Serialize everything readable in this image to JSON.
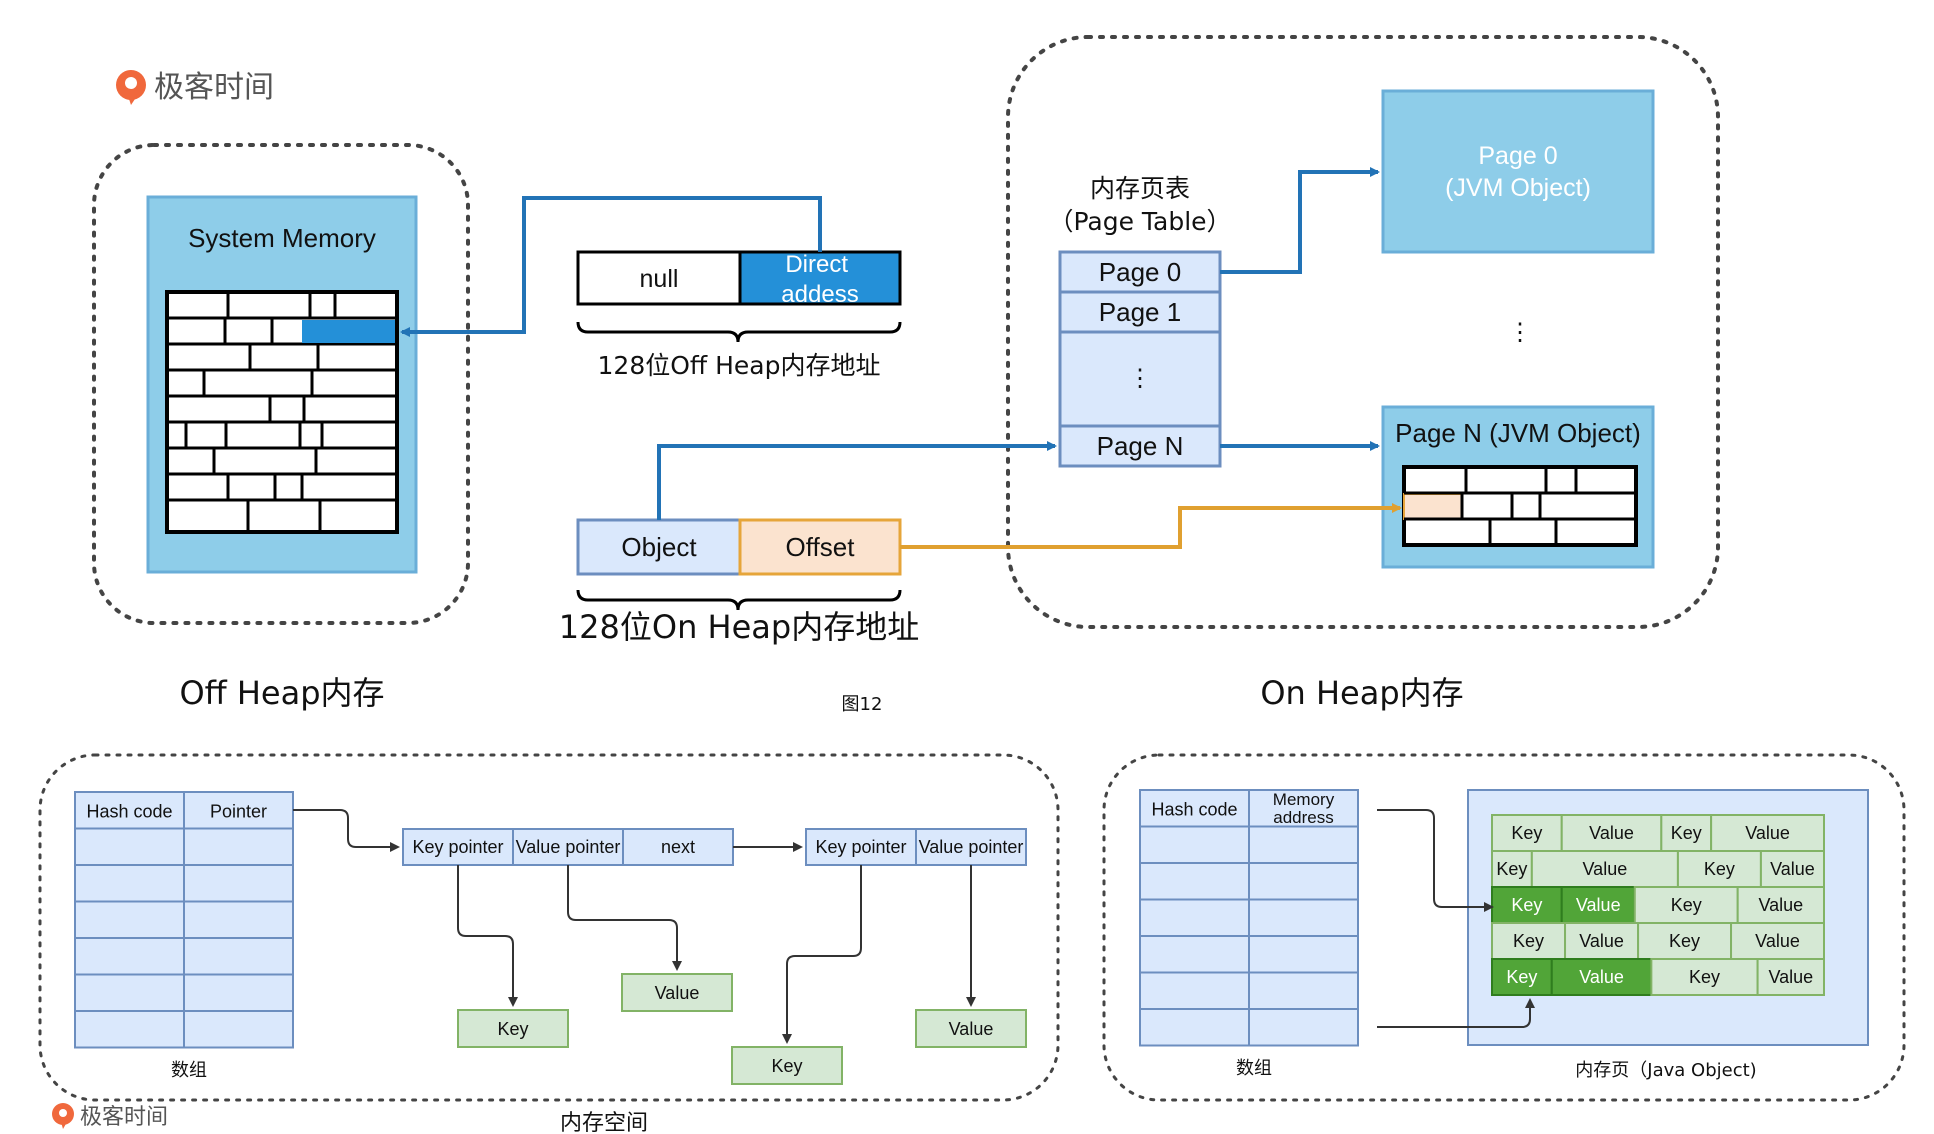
{
  "brand": {
    "name": "极客时间",
    "logo_icon": "geektime-logo-icon",
    "color": "#f0683c"
  },
  "top_diagram": {
    "figure_label": "图12",
    "off_heap": {
      "caption": "Off Heap内存",
      "system_memory_label": "System Memory"
    },
    "off_heap_address": {
      "cells": [
        "null",
        "Direct addess"
      ],
      "caption": "128位Off Heap内存地址"
    },
    "on_heap_address": {
      "cells": [
        "Object",
        "Offset"
      ],
      "caption": "128位On Heap内存地址"
    },
    "on_heap": {
      "caption": "On Heap内存",
      "page_table_title_cn": "内存页表",
      "page_table_title_en": "（Page Table）",
      "page_table_rows": [
        "Page 0",
        "Page 1",
        "⋮",
        "Page N"
      ],
      "page0_lines": [
        "Page 0",
        "(JVM Object)"
      ],
      "ellipsis": "⋮",
      "pageN_label": "Page N (JVM Object)"
    }
  },
  "bottom_left": {
    "array_headers": [
      "Hash code",
      "Pointer"
    ],
    "array_caption": "数组",
    "node_fields": [
      "Key pointer",
      "Value pointer",
      "next"
    ],
    "node2_fields": [
      "Key pointer",
      "Value pointer"
    ],
    "key_label": "Key",
    "value_label": "Value",
    "caption": "内存空间"
  },
  "bottom_right": {
    "array_headers": [
      "Hash code",
      "Memory address"
    ],
    "array_caption": "数组",
    "page_caption": "内存页（Java Object)",
    "rows": [
      [
        "Key",
        "Value",
        "Key",
        "Value"
      ],
      [
        "Key",
        "Value",
        "Key",
        "Value"
      ],
      [
        "Key",
        "Value",
        "Key",
        "Value"
      ],
      [
        "Key",
        "Value",
        "Key",
        "Value"
      ],
      [
        "Key",
        "Value",
        "Key",
        "Value"
      ]
    ]
  },
  "colors": {
    "light_blue": "#8ecde9",
    "pale_blue": "#dae8fc",
    "cell_blue": "#6c8ebf",
    "direct_blue": "#2490d8",
    "arrow_blue": "#2273b6",
    "offset_orange": "#fbe3cf",
    "offset_border": "#e6a53a",
    "green_fill": "#d5e8d4",
    "green_border": "#82b366",
    "green_dark": "#51a538"
  }
}
